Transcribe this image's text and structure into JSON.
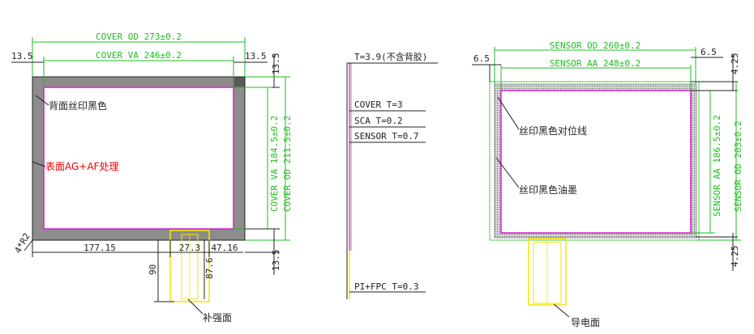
{
  "cover_view": {
    "cover_od": "COVER OD 273±0.2",
    "cover_va": "COVER VA 246±0.2",
    "left_margin": "13.5",
    "right_margin": "13.5",
    "right_top_margin": "13.5",
    "bottom_margin": "13.5",
    "cover_va_vertical": "COVER VA 184.5±0.2",
    "cover_od_vertical": "COVER OD 211.5±0.2",
    "back_print_note": "背面丝印黑色",
    "surface_note": "表面AG+AF处理",
    "corner_radius": "4*R2",
    "dim_177": "177.15",
    "dim_27": "27.3",
    "dim_47": "47.16",
    "dim_90": "90",
    "dim_87": "87.6",
    "stiffener_note": "补强面"
  },
  "side_view": {
    "total": "T=3.9(不含背胶)",
    "cover_t": "COVER T=3",
    "sca_t": "SCA T=0.2",
    "sensor_t": "SENSOR T=0.7",
    "fpc_t": "PI+FPC T=0.3"
  },
  "sensor_view": {
    "sensor_od": "SENSOR OD 260±0.2",
    "sensor_aa": "SENSOR AA 248±0.2",
    "left_margin": "6.5",
    "right_margin": "6.5",
    "top_margin": "4.25",
    "bottom_margin": "4.25",
    "sensor_aa_vertical": "SENSOR AA 186.5±0.2",
    "sensor_od_vertical": "SENSOR OD 203±0.2",
    "align_line_note": "丝印黑色对位线",
    "ink_note": "丝印黑色油墨",
    "conductive_note": "导电面"
  },
  "colors": {
    "green_dim": "#22bb22",
    "magenta_outline": "#d020d0",
    "gray_border": "#8c8c8c",
    "fpc_yellow": "#f2e600",
    "red_note": "#ee0000"
  }
}
